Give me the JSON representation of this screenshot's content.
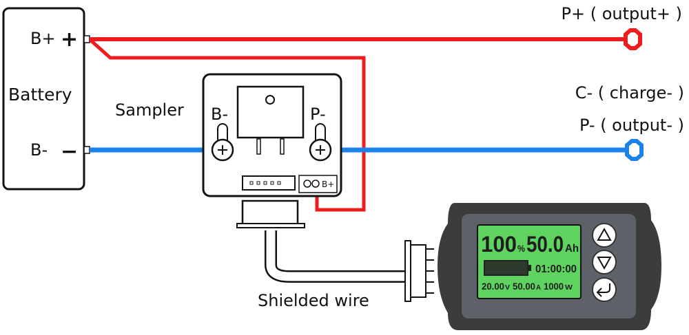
{
  "battery": {
    "title": "Battery",
    "pos_label": "B+",
    "neg_label": "B-",
    "pos_symbol": "+",
    "neg_symbol": "−"
  },
  "sampler": {
    "title": "Sampler",
    "left_terminal": "B-",
    "right_terminal": "P-",
    "bplus_terminal": "B+"
  },
  "outputs": {
    "p_plus": "P+ ( output+ )",
    "c_minus": "C- ( charge- )",
    "p_minus": "P- ( output- )"
  },
  "cable": {
    "label": "Shielded wire"
  },
  "meter": {
    "percent": "100",
    "percent_unit": "%",
    "capacity": "50.0",
    "capacity_unit": "Ah",
    "time": "01:00:00",
    "voltage": "20.00",
    "voltage_unit": "V",
    "current": "50.00",
    "current_unit": "A",
    "power": "1000",
    "power_unit": "W",
    "buttons": [
      "up-icon",
      "down-icon",
      "enter-icon"
    ]
  },
  "colors": {
    "positive_wire": "#ee1c1c",
    "negative_wire": "#1a82e8",
    "lcd": "#5fd35f",
    "meter_body": "#3c3c3c",
    "meter_face": "#5d6168"
  }
}
